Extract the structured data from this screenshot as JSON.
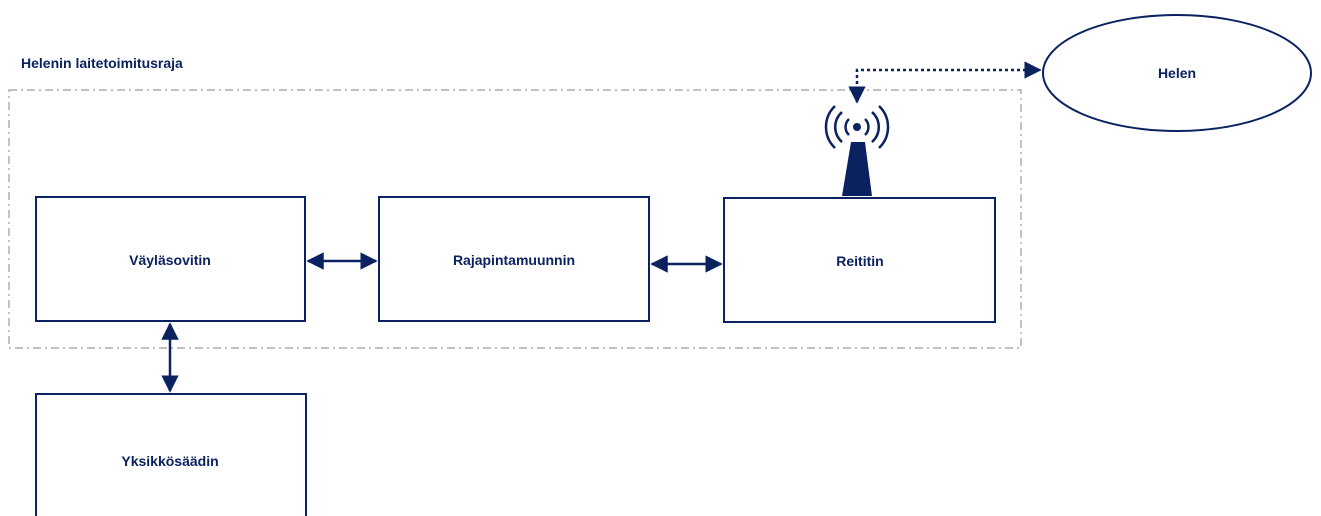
{
  "boundary": {
    "title": "Helenin laitetoimitusraja"
  },
  "blocks": {
    "bus_adapter": "Väyläsovitin",
    "interface_converter": "Rajapintamuunnin",
    "router": "Reititin",
    "unit_controller": "Yksikkösäädin"
  },
  "external": {
    "name": "Helen"
  },
  "colors": {
    "primary": "#0b2260",
    "boundary": "#9a9aa2",
    "background": "#ffffff"
  },
  "icons": {
    "antenna": "antenna-icon"
  }
}
